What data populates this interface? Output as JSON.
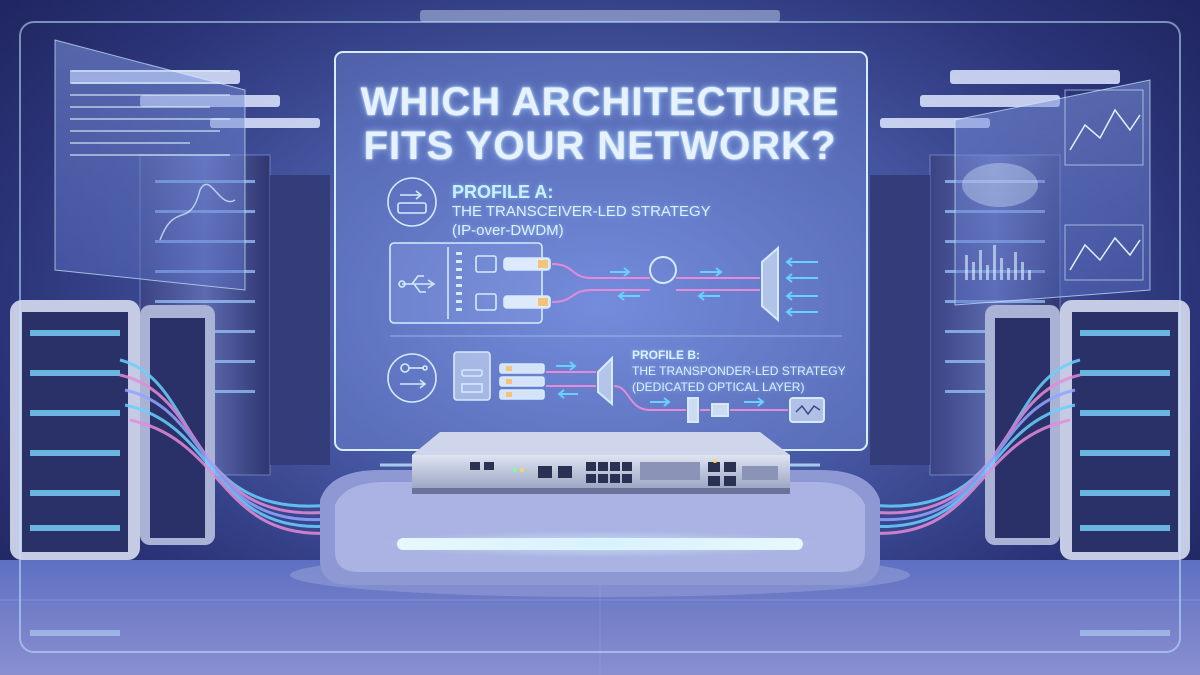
{
  "headline": {
    "line1": "WHICH ARCHITECTURE",
    "line2": "FITS YOUR NETWORK?"
  },
  "profile_a": {
    "heading": "PROFILE A:",
    "subtitle": "THE TRANSCEIVER-LED STRATEGY",
    "detail": "(IP-over-DWDM)"
  },
  "profile_b": {
    "heading": "PROFILE B:",
    "subtitle": "THE TRANSPONDER-LED STRATEGY",
    "detail": "(DEDICATED OPTICAL LAYER)"
  },
  "icons": {
    "profile_a_icon": "router-icon",
    "profile_b_icon": "signal-converter-icon",
    "usb_icon": "usb-icon",
    "fiber_loop_icon": "fiber-loop-icon",
    "mux_icon": "multiplexer-icon",
    "waveform_icon": "waveform-icon"
  },
  "colors": {
    "hologram_line": "#bfe4ff",
    "fiber_pink": "#e58bd8",
    "fiber_blue": "#6ad0ff",
    "accent_glow": "#9fe3ff"
  }
}
